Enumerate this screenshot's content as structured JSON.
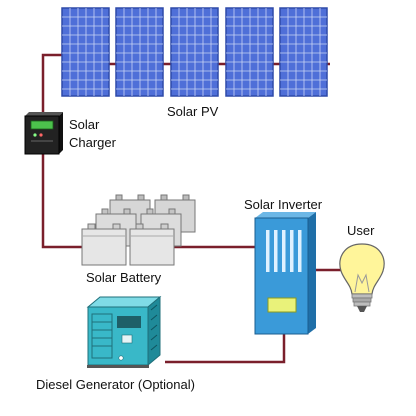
{
  "labels": {
    "solar_pv": "Solar PV",
    "solar_charger_line1": "Solar",
    "solar_charger_line2": "Charger",
    "solar_battery": "Solar Battery",
    "solar_inverter": "Solar Inverter",
    "user": "User",
    "diesel_generator": "Diesel Generator (Optional)"
  },
  "colors": {
    "wire": "#7a1f2b",
    "panel_cell": "#4f6fd8",
    "panel_grid": "#c9d4f5",
    "inverter": "#3a9ad9",
    "generator": "#39b8c8",
    "bulb": "#fff59a",
    "charger": "#222222",
    "charger_screen": "#4cc24c"
  },
  "icons": {
    "pv": "solar-panel-icon",
    "charger": "charge-controller-icon",
    "battery": "battery-bank-icon",
    "inverter": "inverter-icon",
    "bulb": "light-bulb-icon",
    "generator": "diesel-generator-icon"
  }
}
